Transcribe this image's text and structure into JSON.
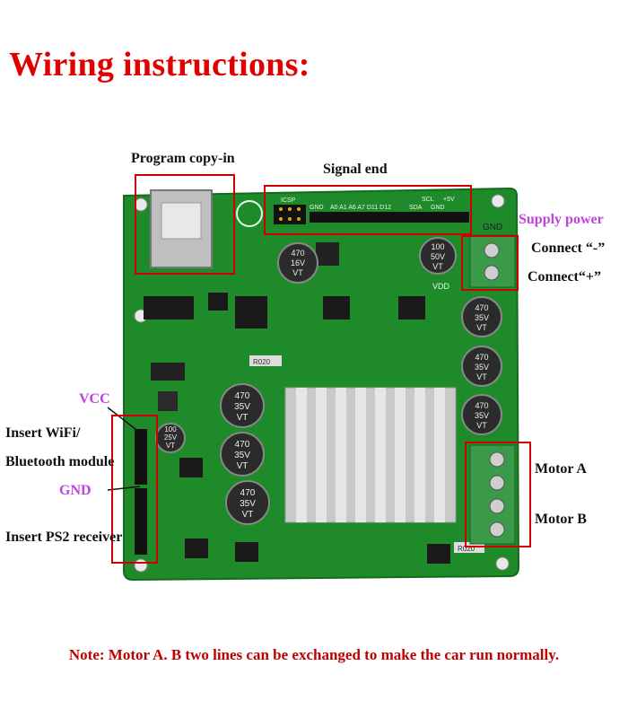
{
  "title": "Wiring instructions:",
  "labels": {
    "program_copy_in": "Program copy-in",
    "signal_end": "Signal end",
    "supply_power": "Supply power",
    "connect_minus": "Connect “-”",
    "connect_plus": "Connect“+”",
    "vcc": "VCC",
    "insert_wifi": "Insert WiFi/",
    "bluetooth_module": "Bluetooth module",
    "gnd": "GND",
    "insert_ps2": "Insert PS2 receiver",
    "motor_a": "Motor A",
    "motor_b": "Motor B"
  },
  "board_text": {
    "icsp": "ICSP",
    "gnd_small": "GND",
    "pins": "A0  A1 A6  A7 D11 D12",
    "scl": "SCL",
    "plus5v": "+5V",
    "sda": "SDA",
    "gnd_pin": "GND",
    "gnd_terminal": "GND",
    "vdd": "VDD",
    "cap_470_16": [
      "470",
      "16V",
      "VT"
    ],
    "cap_100_50": [
      "100",
      "50V",
      "VT"
    ],
    "cap_470_35": [
      "470",
      "35V",
      "VT"
    ],
    "cap_100_25": [
      "100",
      "25V",
      "VT"
    ],
    "r020": "R020"
  },
  "colors": {
    "title": "#e00000",
    "box": "#d00000",
    "gnd_label": "#c040e0",
    "pcb": "#1f8a2a",
    "heatsink": "#c9c9c9",
    "terminal": "#3b9a4a"
  },
  "note": "Note: Motor A. B two lines can be exchanged to make the car run normally."
}
